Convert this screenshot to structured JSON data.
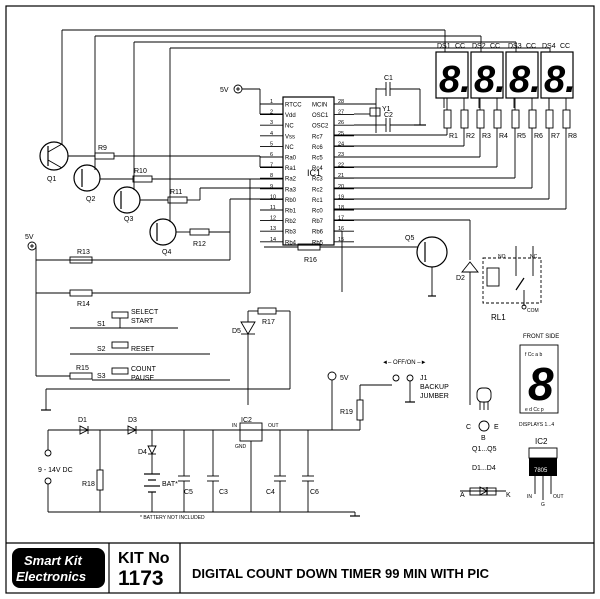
{
  "title": "DIGITAL COUNT DOWN TIMER 99 MIN WITH PIC",
  "kit": {
    "label": "KIT No",
    "number": "1173"
  },
  "brand": {
    "line1": "Smart Kit",
    "line2": "Electronics"
  },
  "ic1": {
    "label": "IC1",
    "left_pins": [
      {
        "num": "1",
        "name": "RTCC"
      },
      {
        "num": "2",
        "name": "Vdd"
      },
      {
        "num": "3",
        "name": "NC"
      },
      {
        "num": "4",
        "name": "Vss"
      },
      {
        "num": "5",
        "name": "NC"
      },
      {
        "num": "6",
        "name": "Ra0"
      },
      {
        "num": "7",
        "name": "Ra1"
      },
      {
        "num": "8",
        "name": "Ra2"
      },
      {
        "num": "9",
        "name": "Ra3"
      },
      {
        "num": "10",
        "name": "Rb0"
      },
      {
        "num": "11",
        "name": "Rb1"
      },
      {
        "num": "12",
        "name": "Rb2"
      },
      {
        "num": "13",
        "name": "Rb3"
      },
      {
        "num": "14",
        "name": "Rb4"
      }
    ],
    "right_pins": [
      {
        "num": "28",
        "name": "MCIN"
      },
      {
        "num": "27",
        "name": "OSC1"
      },
      {
        "num": "26",
        "name": "OSC2"
      },
      {
        "num": "25",
        "name": "Rc7"
      },
      {
        "num": "24",
        "name": "Rc6"
      },
      {
        "num": "23",
        "name": "Rc5"
      },
      {
        "num": "22",
        "name": "Rc4"
      },
      {
        "num": "21",
        "name": "Rc3"
      },
      {
        "num": "20",
        "name": "Rc2"
      },
      {
        "num": "19",
        "name": "Rc1"
      },
      {
        "num": "18",
        "name": "Rc0"
      },
      {
        "num": "17",
        "name": "Rb7"
      },
      {
        "num": "16",
        "name": "Rb6"
      },
      {
        "num": "15",
        "name": "Rb5"
      }
    ]
  },
  "displays": {
    "digit": "8.",
    "labels": [
      "DS1",
      "CC",
      "DS2",
      "CC",
      "DS3",
      "CC",
      "DS4",
      "CC"
    ],
    "resistors": [
      "R1",
      "R2",
      "R3",
      "R4",
      "R5",
      "R6",
      "R7",
      "R8"
    ]
  },
  "labels": {
    "v5": "5V",
    "c1": "C1",
    "c2": "C2",
    "y1": "Y1",
    "r9": "R9",
    "r10": "R10",
    "r11": "R11",
    "r12": "R12",
    "q1": "Q1",
    "q2": "Q2",
    "q3": "Q3",
    "q4": "Q4",
    "q5": "Q5",
    "r13": "R13",
    "r14": "R14",
    "r15": "R15",
    "r16": "R16",
    "r17": "R17",
    "r18": "R18",
    "r19": "R19",
    "s1": "S1",
    "s1_text1": "SELECT",
    "s1_text2": "START",
    "s2": "S2",
    "s2_text": "RESET",
    "s3": "S3",
    "s3_text1": "COUNT",
    "s3_text2": "PAUSE",
    "d1": "D1",
    "d2": "D2",
    "d3": "D3",
    "d4": "D4",
    "d5": "D5",
    "rl1": "RL1",
    "no": "NO",
    "nc": "NC",
    "com": "COM",
    "ic2": "IC2",
    "ic2_in": "IN",
    "ic2_out": "OUT",
    "ic2_gnd": "GND",
    "offon": "◄– OFF/ON –►",
    "j1": "J1",
    "backup1": "BACKUP",
    "backup2": "JUMBER",
    "vin": "9 - 14V DC",
    "c3": "C3",
    "c4": "C4",
    "c5": "C5",
    "c6": "C6",
    "bat": "BAT*",
    "bat_note": "* BATTERY NOT INCLUDED",
    "front_side": "FRONT SIDE",
    "seg_top": "f  Cc a  b",
    "seg_bot": "e d  Cc p",
    "displays_note": "DISPLAYS 1...4",
    "q_pins_c": "C",
    "q_pins_e": "E",
    "q_pins_b": "B",
    "q_range": "Q1...Q5",
    "d_range": "D1...D4",
    "a": "A",
    "k": "K",
    "ic2_pkg": "IC2",
    "ic2_part": "7805",
    "pkg_in": "IN",
    "pkg_out": "OUT",
    "pkg_g": "G"
  }
}
